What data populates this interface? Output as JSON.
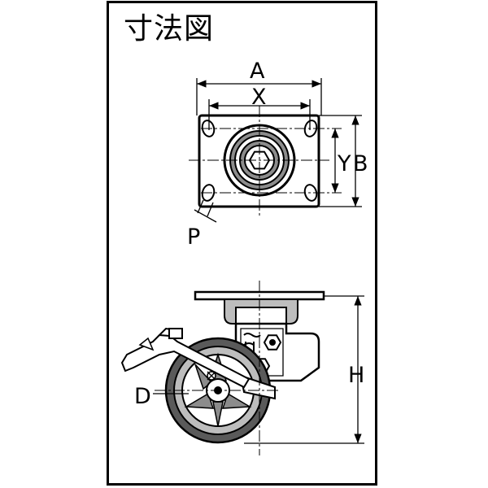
{
  "title": "寸法図",
  "labels": {
    "A": "A",
    "X": "X",
    "Y": "Y",
    "B": "B",
    "P": "P",
    "H": "H",
    "D": "D"
  }
}
